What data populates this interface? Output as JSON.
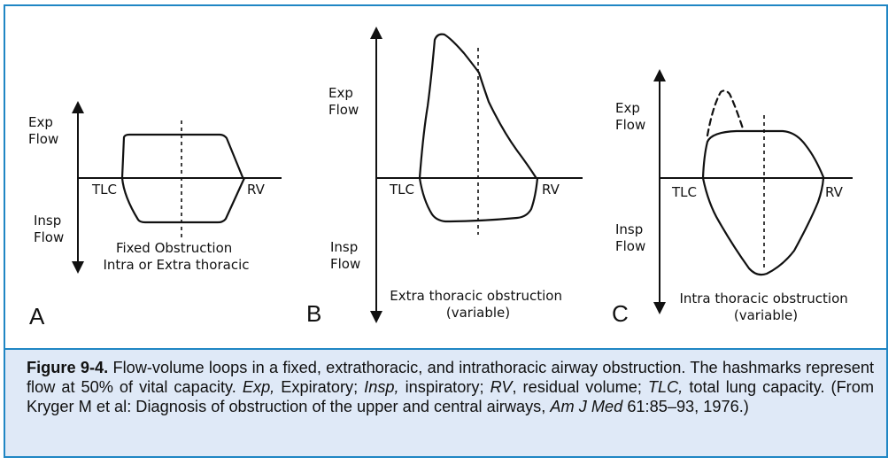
{
  "colors": {
    "frame_border": "#1f86c4",
    "caption_background": "#dfe9f7",
    "ink": "#111111"
  },
  "panels": [
    {
      "letter": "A",
      "exp_label": [
        "Exp",
        "Flow"
      ],
      "insp_label": [
        "Insp",
        "Flow"
      ],
      "tlc_label": "TLC",
      "rv_label": "RV",
      "title_lines": [
        "Fixed Obstruction",
        "Intra or Extra thoracic"
      ]
    },
    {
      "letter": "B",
      "exp_label": [
        "Exp",
        "Flow"
      ],
      "insp_label": [
        "Insp",
        "Flow"
      ],
      "tlc_label": "TLC",
      "rv_label": "RV",
      "title_lines": [
        "Extra thoracic obstruction",
        "(variable)"
      ]
    },
    {
      "letter": "C",
      "exp_label": [
        "Exp",
        "Flow"
      ],
      "insp_label": [
        "Insp",
        "Flow"
      ],
      "tlc_label": "TLC",
      "rv_label": "RV",
      "title_lines": [
        "Intra thoracic obstruction",
        "(variable)"
      ]
    }
  ],
  "caption": {
    "figure_label": "Figure 9-4.",
    "text_1": " Flow-volume loops in a fixed, extrathoracic, and intrathoracic airway obstruction. The hashmarks represent flow at 50% of vital capacity. ",
    "exp_abbr": "Exp,",
    "text_2": " Expiratory; ",
    "insp_abbr": "Insp,",
    "text_3": " inspiratory; ",
    "rv_abbr": "RV",
    "text_4": ", residual volume; ",
    "tlc_abbr": "TLC,",
    "text_5": " total lung capacity.  (From Kryger M et al: Diagnosis of obstruction of the upper and central airways, ",
    "journal": "Am J Med",
    "text_6": " 61:85–93, 1976.)"
  }
}
